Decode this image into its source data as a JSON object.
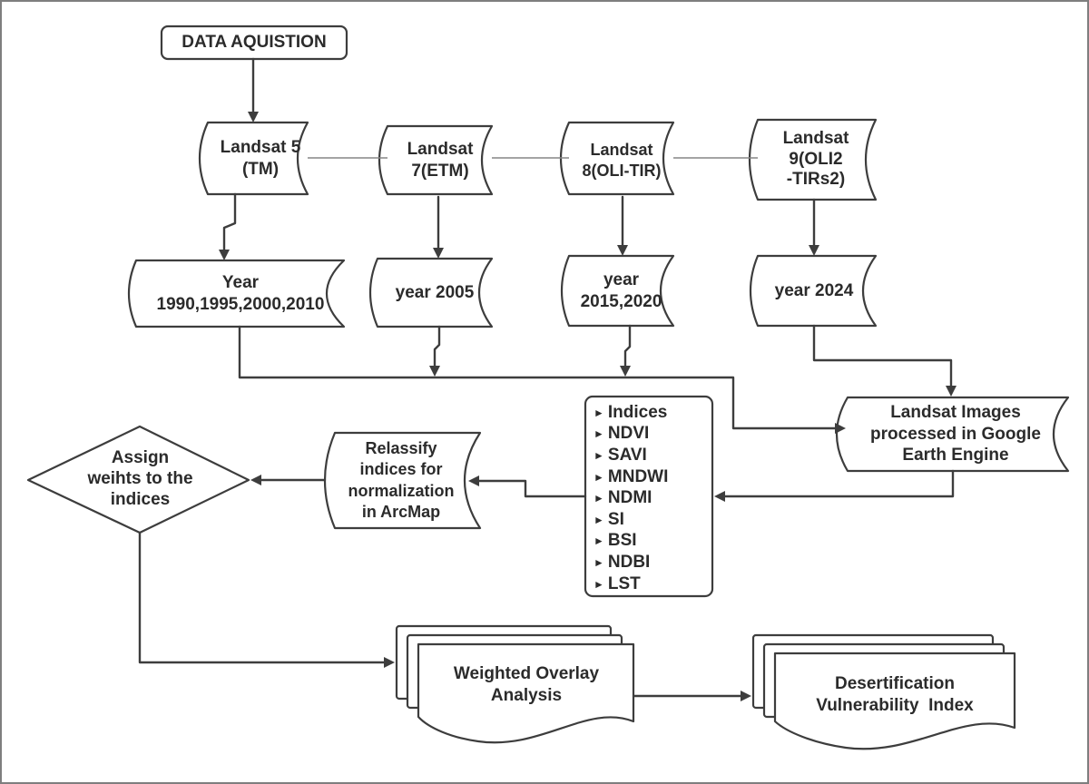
{
  "colors": {
    "outline": "#3d3d3d",
    "text": "#2b2b2b",
    "satellite_link_line": "#858585",
    "background": "#ffffff",
    "frame_border": "#7e7e7e"
  },
  "nodes": {
    "data_acquisition": "DATA AQUISTION",
    "satellites": [
      {
        "name": "Landsat 5\n(TM)",
        "years": "Year\n1990,1995,2000,2010"
      },
      {
        "name": "Landsat\n7(ETM)",
        "years": "year 2005"
      },
      {
        "name": "Landsat\n8(OLI-TIR)",
        "years": "year\n2015,2020"
      },
      {
        "name": "Landsat\n9(OLI2\n-TIRs2)",
        "years": "year 2024"
      }
    ],
    "gee": "Landsat Images\nprocessed in Google\nEarth Engine",
    "indices": {
      "bullet": "►",
      "items": [
        "Indices",
        "NDVI",
        "SAVI",
        "MNDWI",
        "NDMI",
        "SI",
        "BSI",
        "NDBI",
        "LST"
      ]
    },
    "reclassify": "Relassify\nindices for\nnormalization\nin ArcMap",
    "assign_weights": "Assign\nweihts to the\nindices",
    "weighted_overlay": "Weighted Overlay\nAnalysis",
    "desertification_index": "Desertification\nVulnerability  Index"
  }
}
